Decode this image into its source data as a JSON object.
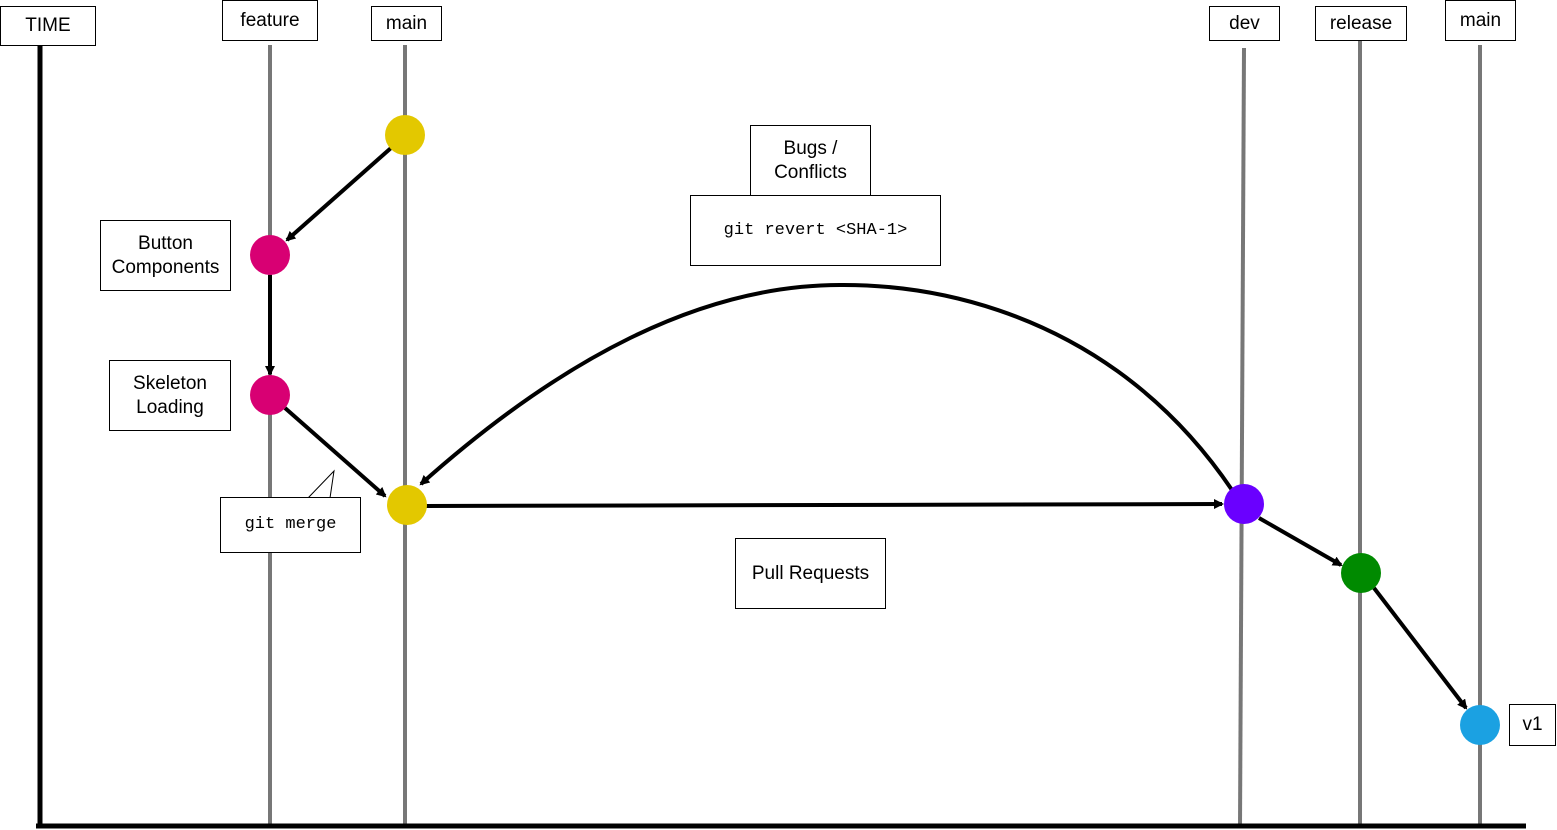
{
  "axes": {
    "time_label": "TIME",
    "lanes": [
      {
        "key": "feature",
        "label": "feature"
      },
      {
        "key": "main1",
        "label": "main"
      },
      {
        "key": "dev",
        "label": "dev"
      },
      {
        "key": "release",
        "label": "release"
      },
      {
        "key": "main2",
        "label": "main"
      }
    ]
  },
  "notes": {
    "button_components": "Button\nComponents",
    "skeleton_loading": "Skeleton\nLoading",
    "git_merge": "git merge",
    "bugs_conflicts": "Bugs /\nConflicts",
    "git_revert": "git revert <SHA-1>",
    "pull_requests": "Pull Requests",
    "v1": "v1"
  },
  "commits": [
    {
      "name": "main-start-commit",
      "lane": "main",
      "color": "#E3C800"
    },
    {
      "name": "button-components-commit",
      "lane": "feature",
      "color": "#D80073"
    },
    {
      "name": "skeleton-loading-commit",
      "lane": "feature",
      "color": "#D80073"
    },
    {
      "name": "main-merge-commit",
      "lane": "main",
      "color": "#E3C800"
    },
    {
      "name": "dev-commit",
      "lane": "dev",
      "color": "#6A00FF"
    },
    {
      "name": "release-commit",
      "lane": "release",
      "color": "#008A00"
    },
    {
      "name": "v1-commit",
      "lane": "main",
      "color": "#1BA1E2"
    }
  ],
  "colors": {
    "lane_line": "#777777",
    "arrow": "#000000",
    "axis": "#000000"
  }
}
